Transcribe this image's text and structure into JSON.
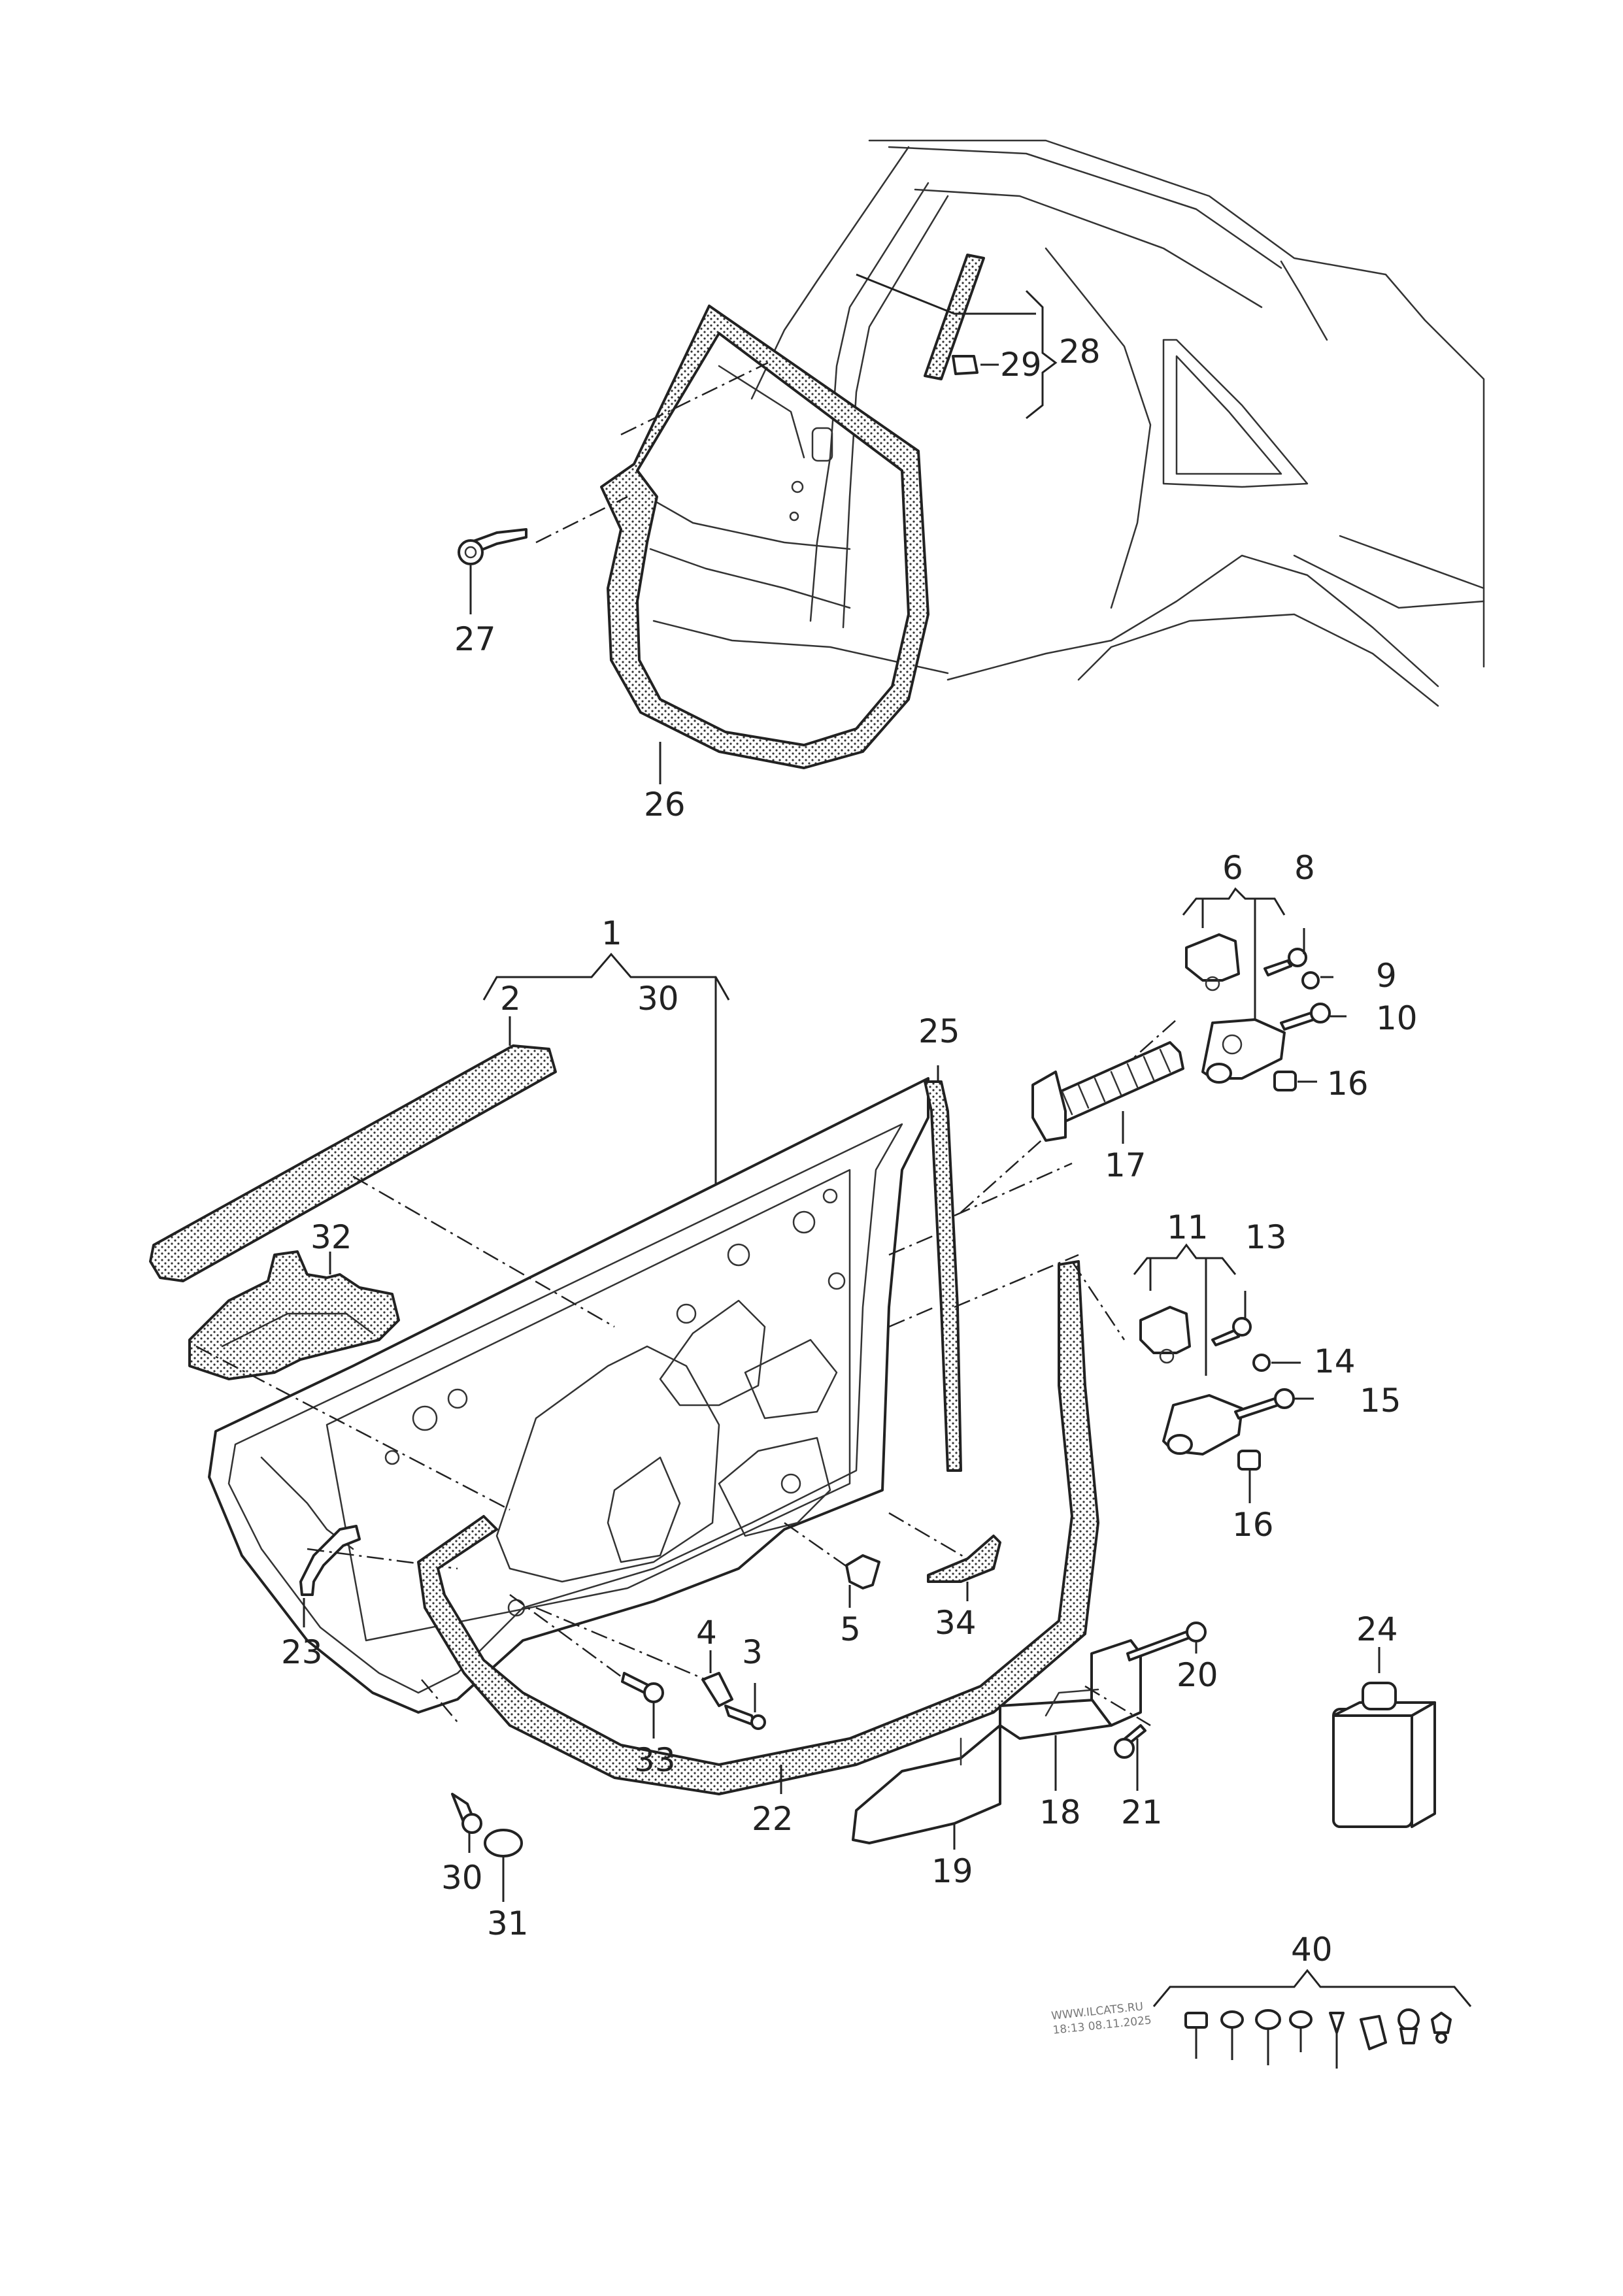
{
  "callouts": {
    "c1": "1",
    "c2": "2",
    "c3": "3",
    "c4": "4",
    "c5": "5",
    "c6": "6",
    "c8": "8",
    "c9": "9",
    "c10": "10",
    "c11": "11",
    "c13": "13",
    "c14": "14",
    "c15": "15",
    "c16a": "16",
    "c16b": "16",
    "c17": "17",
    "c18": "18",
    "c19": "19",
    "c20": "20",
    "c21": "21",
    "c22": "22",
    "c23": "23",
    "c24": "24",
    "c25": "25",
    "c26": "26",
    "c27": "27",
    "c28": "28",
    "c29": "29",
    "c30a": "30",
    "c30b": "30",
    "c31": "31",
    "c32": "32",
    "c33": "33",
    "c34": "34",
    "c40": "40"
  },
  "watermark": {
    "line1": "WWW.ILCATS.RU",
    "line2": "18:13 08.11.2025"
  }
}
